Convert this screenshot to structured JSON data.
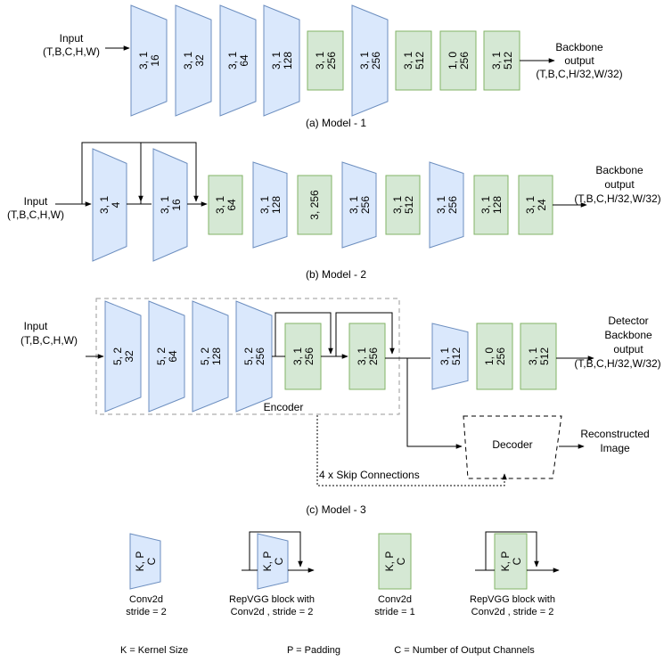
{
  "colors": {
    "blue_fill": "#dae8fc",
    "blue_stroke": "#6c8ebf",
    "green_fill": "#d5e8d4",
    "green_stroke": "#82b366",
    "line": "#000000",
    "encoder_border": "#999999"
  },
  "model1": {
    "input": [
      "Input",
      "(T,B,C,H,W)"
    ],
    "output": [
      "Backbone",
      "output",
      "(T,B,C,H/32,W/32)"
    ],
    "caption": "(a) Model - 1",
    "blocks": [
      {
        "l1": "3, 1",
        "l2": "16",
        "kind": "conv"
      },
      {
        "l1": "3, 1",
        "l2": "32",
        "kind": "conv"
      },
      {
        "l1": "3, 1",
        "l2": "64",
        "kind": "conv"
      },
      {
        "l1": "3, 1",
        "l2": "128",
        "kind": "conv"
      },
      {
        "l1": "3, 1",
        "l2": "256",
        "kind": "rep"
      },
      {
        "l1": "3, 1",
        "l2": "256",
        "kind": "conv"
      },
      {
        "l1": "3, 1",
        "l2": "512",
        "kind": "rep"
      },
      {
        "l1": "1, 0",
        "l2": "256",
        "kind": "rep"
      },
      {
        "l1": "3, 1",
        "l2": "512",
        "kind": "rep"
      }
    ]
  },
  "model2": {
    "input": [
      "Input",
      "(T,B,C,H,W)"
    ],
    "output": [
      "Backbone",
      "output",
      "(T,B,C,H/32,W/32)"
    ],
    "caption": "(b) Model - 2",
    "blocks": [
      {
        "l1": "3, 1",
        "l2": "4",
        "kind": "conv"
      },
      {
        "l1": "3, 1",
        "l2": "16",
        "kind": "conv"
      },
      {
        "l1": "3, 1",
        "l2": "64",
        "kind": "rep"
      },
      {
        "l1": "3, 1",
        "l2": "128",
        "kind": "conv"
      },
      {
        "l1": "3, 256",
        "l2": "",
        "kind": "rep"
      },
      {
        "l1": "3, 1",
        "l2": "256",
        "kind": "conv"
      },
      {
        "l1": "3, 1",
        "l2": "512",
        "kind": "rep"
      },
      {
        "l1": "3, 1",
        "l2": "256",
        "kind": "conv"
      },
      {
        "l1": "3, 1",
        "l2": "128",
        "kind": "rep"
      },
      {
        "l1": "3, 1",
        "l2": "24",
        "kind": "rep"
      }
    ]
  },
  "model3": {
    "input": [
      "Input",
      "(T,B,C,H,W)"
    ],
    "output": [
      "Detector",
      "Backbone",
      "output",
      "(T,B,C,H/32,W/32)"
    ],
    "encoder_label": "Encoder",
    "decoder_label": "Decoder",
    "reconstructed": [
      "Reconstructed",
      "Image"
    ],
    "skip_label": "4 x Skip Connections",
    "caption": "(c) Model - 3",
    "blocks": [
      {
        "l1": "5, 2",
        "l2": "32",
        "kind": "conv"
      },
      {
        "l1": "5, 2",
        "l2": "64",
        "kind": "conv"
      },
      {
        "l1": "5, 2",
        "l2": "128",
        "kind": "conv"
      },
      {
        "l1": "5, 2",
        "l2": "256",
        "kind": "conv"
      },
      {
        "l1": "3, 1",
        "l2": "256",
        "kind": "rep"
      },
      {
        "l1": "3, 1",
        "l2": "256",
        "kind": "rep"
      },
      {
        "l1": "3, 1",
        "l2": "512",
        "kind": "conv"
      },
      {
        "l1": "1, 0",
        "l2": "256",
        "kind": "rep"
      },
      {
        "l1": "3, 1",
        "l2": "512",
        "kind": "rep"
      }
    ]
  },
  "legend": {
    "block_l1": "K, P",
    "block_l2": "C",
    "items": [
      [
        "Conv2d",
        "stride = 2"
      ],
      [
        "RepVGG block with",
        "Conv2d , stride = 2"
      ],
      [
        "Conv2d",
        "stride = 1"
      ],
      [
        "RepVGG block with",
        "Conv2d , stride = 2"
      ]
    ],
    "definitions": [
      "K = Kernel Size",
      "P = Padding",
      "C = Number of Output Channels"
    ]
  }
}
